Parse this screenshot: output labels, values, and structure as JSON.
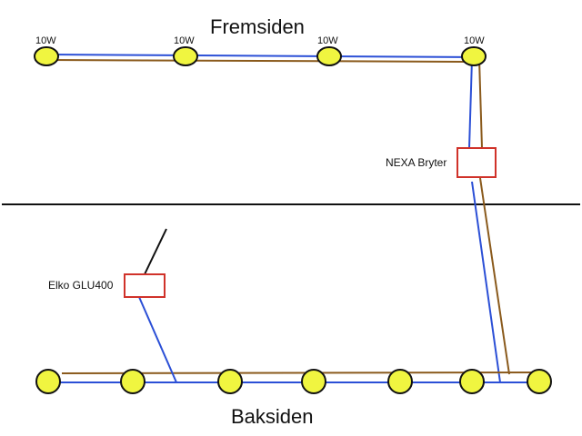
{
  "sections": {
    "front_title": "Fremsiden",
    "back_title": "Baksiden"
  },
  "colors": {
    "live_wire": "#8a5a1c",
    "neutral_wire": "#2b4fd6",
    "lamp_fill": "#f0f540",
    "lamp_stroke": "#111111",
    "device_box": "#d0322a",
    "divider": "#111111",
    "feed_wire": "#111111"
  },
  "front_lamps": [
    {
      "label": "10W"
    },
    {
      "label": "10W"
    },
    {
      "label": "10W"
    },
    {
      "label": "10W"
    }
  ],
  "back_lamps_count": 7,
  "devices": {
    "nexa": {
      "label": "NEXA Bryter"
    },
    "elko": {
      "label": "Elko GLU400"
    }
  }
}
